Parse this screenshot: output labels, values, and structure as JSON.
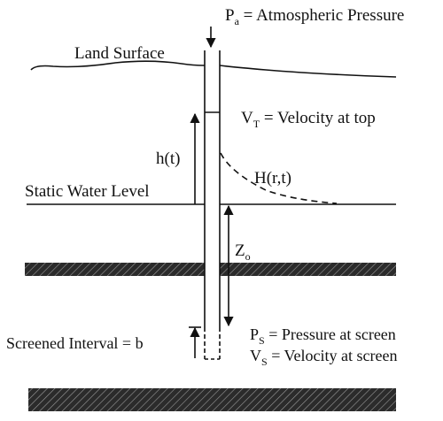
{
  "labels": {
    "atmospheric_main": "P",
    "atmospheric_sub": "a",
    "atmospheric_rest": " = Atmospheric Pressure",
    "land_surface": "Land Surface",
    "velocity_top_main": "V",
    "velocity_top_sub": "T",
    "velocity_top_rest": " = Velocity at top",
    "head": "h(t)",
    "drawdown": "H(r,t)",
    "static_water_level": "Static Water Level",
    "depth_main": "Z",
    "depth_sub": "o",
    "screened_interval": "Screened Interval = b",
    "pressure_screen_main": "P",
    "pressure_screen_sub": "S",
    "pressure_screen_rest": " = Pressure at screen",
    "velocity_screen_main": "V",
    "velocity_screen_sub": "S",
    "velocity_screen_rest": " = Velocity at screen"
  },
  "colors": {
    "line": "#111111",
    "hatch_bg": "#2b2b2b",
    "hatch_line": "#9a9a9a"
  }
}
